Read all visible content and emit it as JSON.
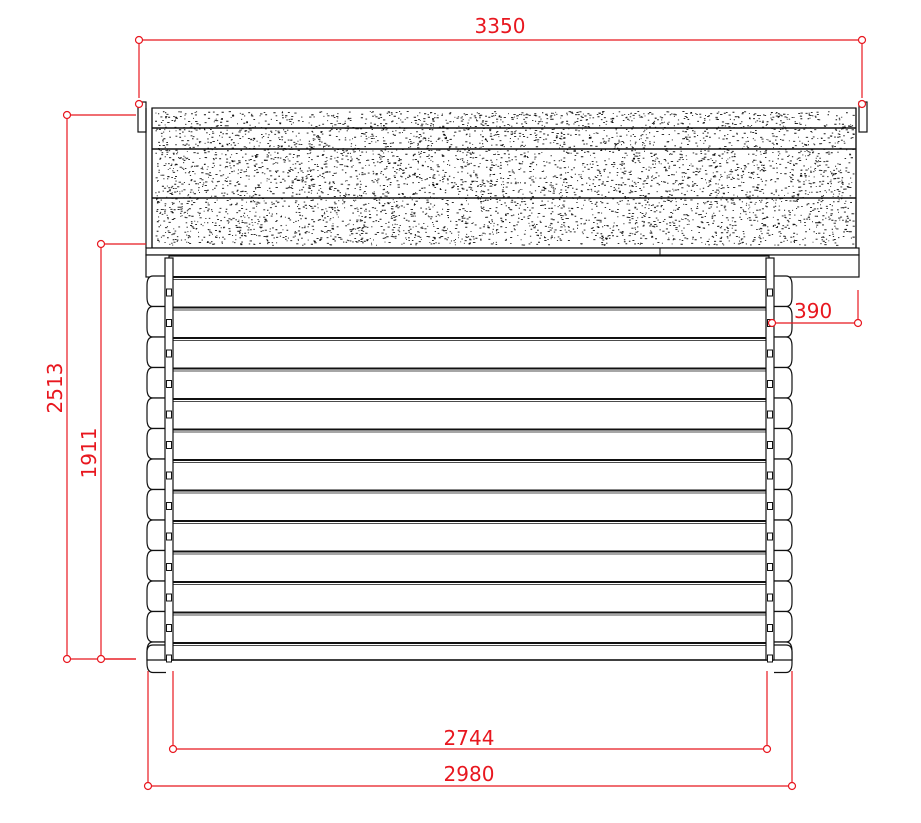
{
  "drawing": {
    "dimensions": {
      "overall_width": "3350",
      "overall_height": "2513",
      "wall_height": "1911",
      "roof_overhang": "390",
      "inner_width": "2744",
      "wall_width": "2980"
    }
  },
  "colors": {
    "dimension": "#e8171f",
    "ink": "#111111",
    "background": "#ffffff"
  }
}
